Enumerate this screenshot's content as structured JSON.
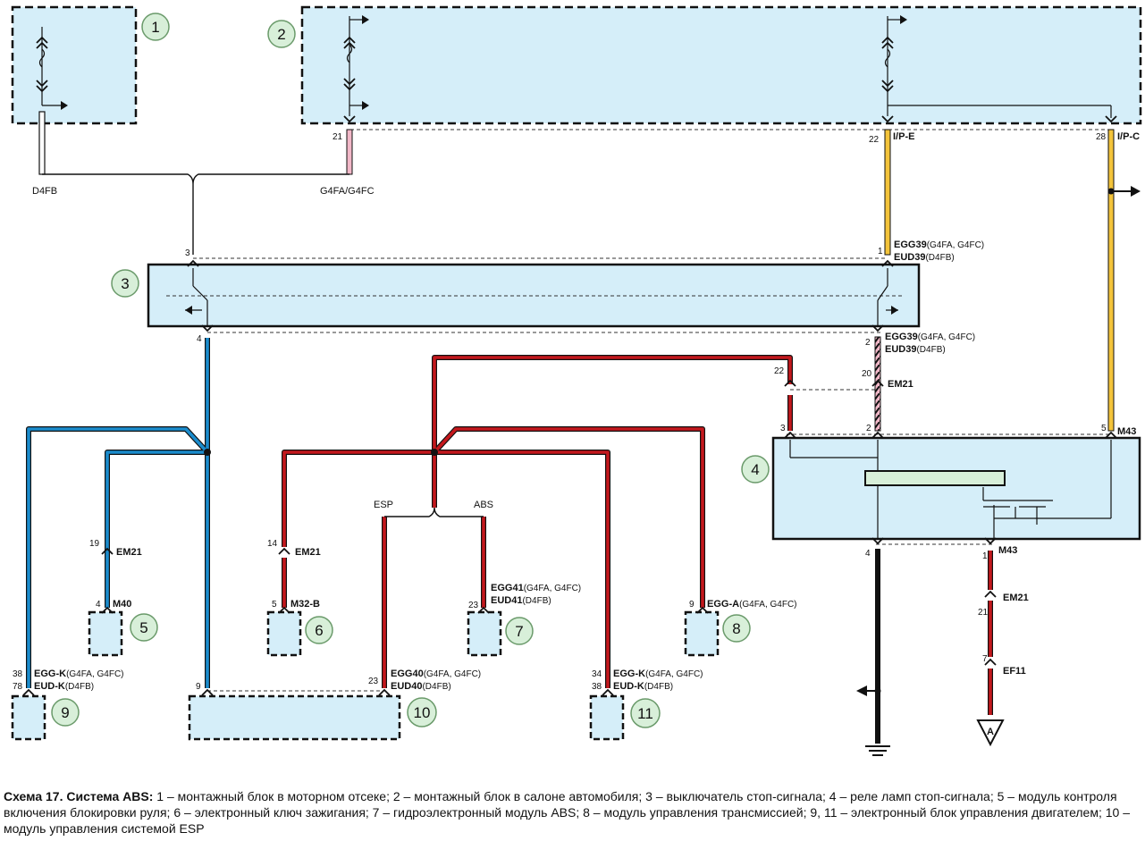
{
  "colors": {
    "block_fill": "#d5eef9",
    "wire_blue": "#1b8ccd",
    "wire_red": "#c4181d",
    "wire_yellow": "#f3c33a",
    "wire_pink": "#f2b8c8",
    "wire_black": "#111111",
    "badge_fill": "#d8efd9",
    "badge_stroke": "#6a9a6a"
  },
  "badges": [
    "1",
    "2",
    "3",
    "4",
    "5",
    "6",
    "7",
    "8",
    "9",
    "10",
    "11"
  ],
  "labels": {
    "d4fb": "D4FB",
    "g4fa_g4fc": "G4FA/G4FC",
    "pin21_top": "21",
    "pin22_top": "22",
    "ipe": "I/P-E",
    "pin28_top": "28",
    "ipc": "I/P-C",
    "pin3_sw": "3",
    "pin1_sw": "1",
    "egg39": "EGG39",
    "egg39_sfx": "(G4FA, G4FC)",
    "eud39": "EUD39",
    "eud39_sfx": "(D4FB)",
    "pin4_sw": "4",
    "pin2_sw": "2",
    "pin22_r": "22",
    "pin20": "20",
    "em21_a": "EM21",
    "pin3_r": "3",
    "pin2_r": "2",
    "pin5_r": "5",
    "m43_a": "M43",
    "pin19": "19",
    "em21_b": "EM21",
    "pin4_m40": "4",
    "m40": "M40",
    "pin14": "14",
    "em21_c": "EM21",
    "pin5_m32": "5",
    "m32b": "M32-B",
    "esp": "ESP",
    "abs": "ABS",
    "pin23_7": "23",
    "egg41": "EGG41",
    "egg41_sfx": "(G4FA, G4FC)",
    "eud41": "EUD41",
    "eud41_sfx": "(D4FB)",
    "pin9_8": "9",
    "egga": "EGG-A",
    "egga_sfx": "(G4FA, G4FC)",
    "pin38_9": "38",
    "pin78_9": "78",
    "eggk_9": "EGG-K",
    "eggk_9_sfx": "(G4FA, G4FC)",
    "eudk_9": "EUD-K",
    "eudk_9_sfx": "(D4FB)",
    "pin9_10": "9",
    "pin23_10": "23",
    "egg40": "EGG40",
    "egg40_sfx": "(G4FA, G4FC)",
    "eud40": "EUD40",
    "eud40_sfx": "(D4FB)",
    "pin34_11": "34",
    "pin38_11": "38",
    "eggk_11": "EGG-K",
    "eggk_11_sfx": "(G4FA, G4FC)",
    "eudk_11": "EUD-K",
    "eudk_11_sfx": "(D4FB)",
    "pin4_bot": "4",
    "pin1_bot": "1",
    "m43_b": "M43",
    "em21_d": "EM21",
    "pin21_bot": "21",
    "pin7_bot": "7",
    "ef11": "EF11",
    "ground_a": "A"
  },
  "caption": {
    "title": "Схема 17. Система ABS:",
    "text": " 1 – монтажный блок в моторном отсеке; 2 – монтажный блок в салоне автомобиля; 3 – выключатель стоп-сигнала; 4 – реле ламп стоп-сигнала; 5 – модуль контроля включения блокировки руля; 6 – электронный ключ зажигания; 7 – гидроэлектронный модуль ABS; 8 – модуль управления трансмиссией; 9, 11 – электронный блок управления двигателем; 10 – модуль управления системой ESP"
  }
}
